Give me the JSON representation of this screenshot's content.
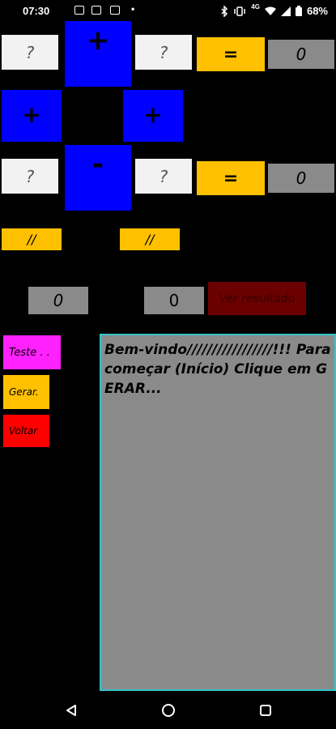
{
  "status": {
    "time": "07:30",
    "network": "4G",
    "battery": "68%"
  },
  "row1": {
    "left": "?",
    "op": "+",
    "right": "?",
    "eq": "=",
    "result": "0"
  },
  "middle": {
    "left_op": "+",
    "right_op": "+"
  },
  "row2": {
    "left": "?",
    "op": "-",
    "right": "?",
    "eq": "=",
    "result": "0"
  },
  "slashes": {
    "left": "//",
    "right": "//"
  },
  "results": {
    "left": "0",
    "right": "0",
    "ver_resultado": "Ver resultado"
  },
  "buttons": {
    "teste": "Teste . .",
    "gerar": "Gerar.",
    "voltar": "Voltar"
  },
  "message": "Bem-vindo/////////////////!!! Para começar (Início) Clique em GERAR...",
  "colors": {
    "blue": "#0000ff",
    "yellow": "#ffc000",
    "gray": "#8a8a8a",
    "magenta": "#ff22ff",
    "red": "#ff0000",
    "dark_red": "#6b0000",
    "cyan_border": "#33c4c9"
  }
}
